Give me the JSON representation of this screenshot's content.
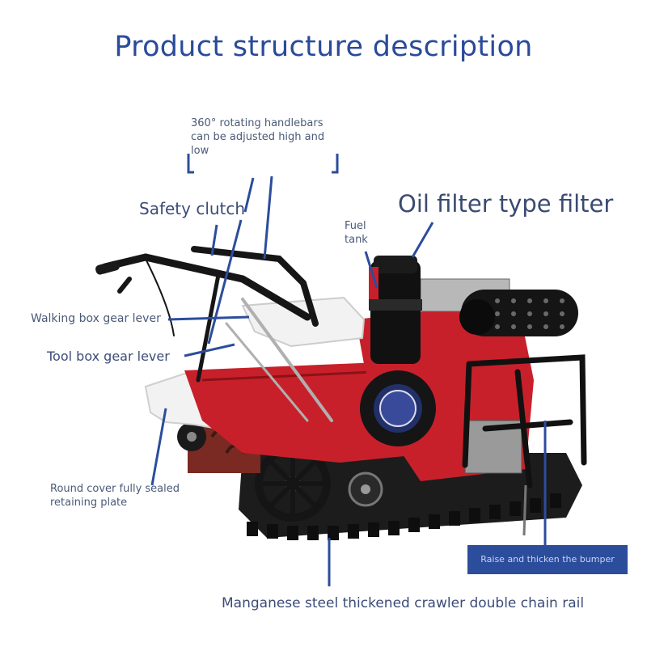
{
  "title": "Product structure description",
  "labels": {
    "handlebars_line1": "360° rotating handlebars",
    "handlebars_line2": "can be adjusted high and",
    "handlebars_line3": "low",
    "safety_clutch": "Safety clutch",
    "oil_filter": "Oil filter type filter",
    "fuel_tank_line1": "Fuel",
    "fuel_tank_line2": "tank",
    "walking_box": "Walking box gear lever",
    "tool_box": "Tool box gear lever",
    "round_cover_line1": "Round cover fully sealed",
    "round_cover_line2": "retaining plate",
    "bumper": "Raise and thicken the bumper",
    "crawler": "Manganese steel thickened crawler double chain rail"
  },
  "colors": {
    "title": "#2a4a9a",
    "leader_lines": "#2c4d9c",
    "machine_red": "#c8202a",
    "machine_black": "#1a1a1a",
    "cover_white": "#f2f2f2"
  }
}
